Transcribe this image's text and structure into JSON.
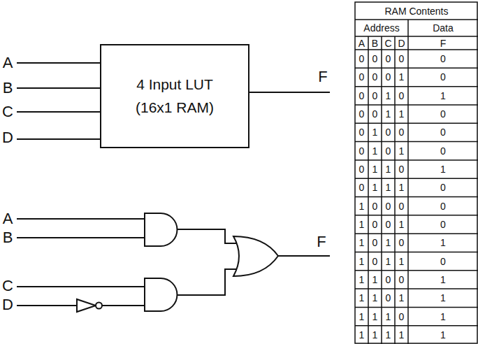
{
  "diagram": {
    "nodes": [
      {
        "text": [
          "4 Input LUT (16x1 RAM)"
        ]
      }
    ],
    "labels": [
      "A",
      "B",
      "C",
      "D",
      "F",
      "A",
      "B",
      "C",
      "D",
      "F",
      "RAM Contents",
      "Address",
      "Data",
      "A",
      "B",
      "C",
      "D",
      "F",
      "0",
      "0",
      "0",
      "0",
      "0",
      "0",
      "0",
      "0",
      "1",
      "0",
      "0",
      "0",
      "1",
      "0",
      "1",
      "0",
      "0",
      "1",
      "1",
      "0",
      "0",
      "1",
      "0",
      "0",
      "0",
      "0",
      "1",
      "0",
      "1",
      "0",
      "0",
      "1",
      "1",
      "0",
      "1",
      "0",
      "1",
      "1",
      "1",
      "0",
      "1",
      "0",
      "0",
      "0",
      "0",
      "1",
      "0",
      "0",
      "1",
      "0",
      "1",
      "0",
      "1",
      "0",
      "1",
      "1",
      "0",
      "1",
      "1",
      "0",
      "1",
      "1",
      "0",
      "0",
      "1",
      "1",
      "1",
      "0",
      "1",
      "1",
      "1",
      "1",
      "1",
      "0",
      "1",
      "1",
      "1",
      "1",
      "1",
      "1"
    ]
  }
}
